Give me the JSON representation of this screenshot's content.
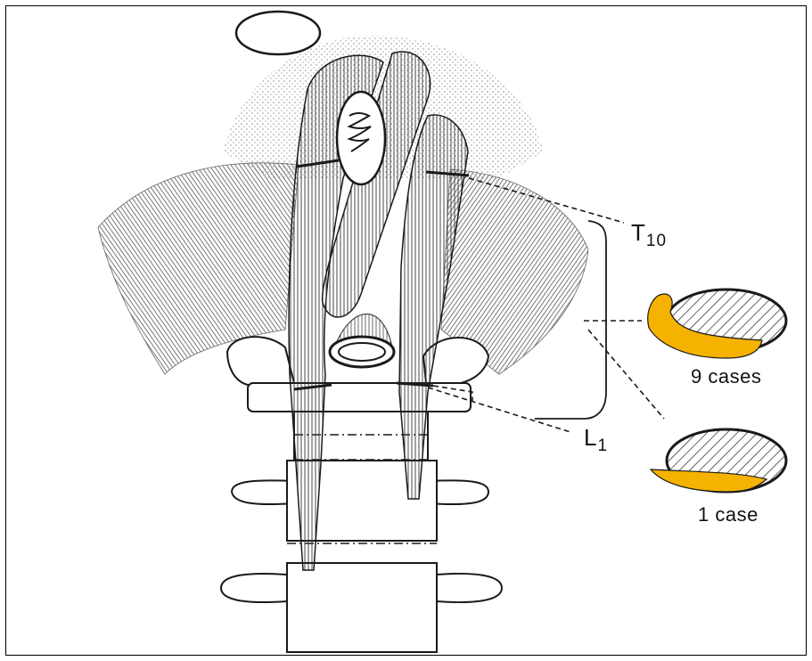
{
  "labels": {
    "upper_level": {
      "main": "T",
      "sub": "10"
    },
    "lower_level": {
      "main": "L",
      "sub": "1"
    }
  },
  "insets": [
    {
      "caption": "9 cases"
    },
    {
      "caption": "1 case"
    }
  ],
  "colors": {
    "line": "#1a1a1a",
    "highlight": "#f5b200",
    "background": "#ffffff"
  }
}
